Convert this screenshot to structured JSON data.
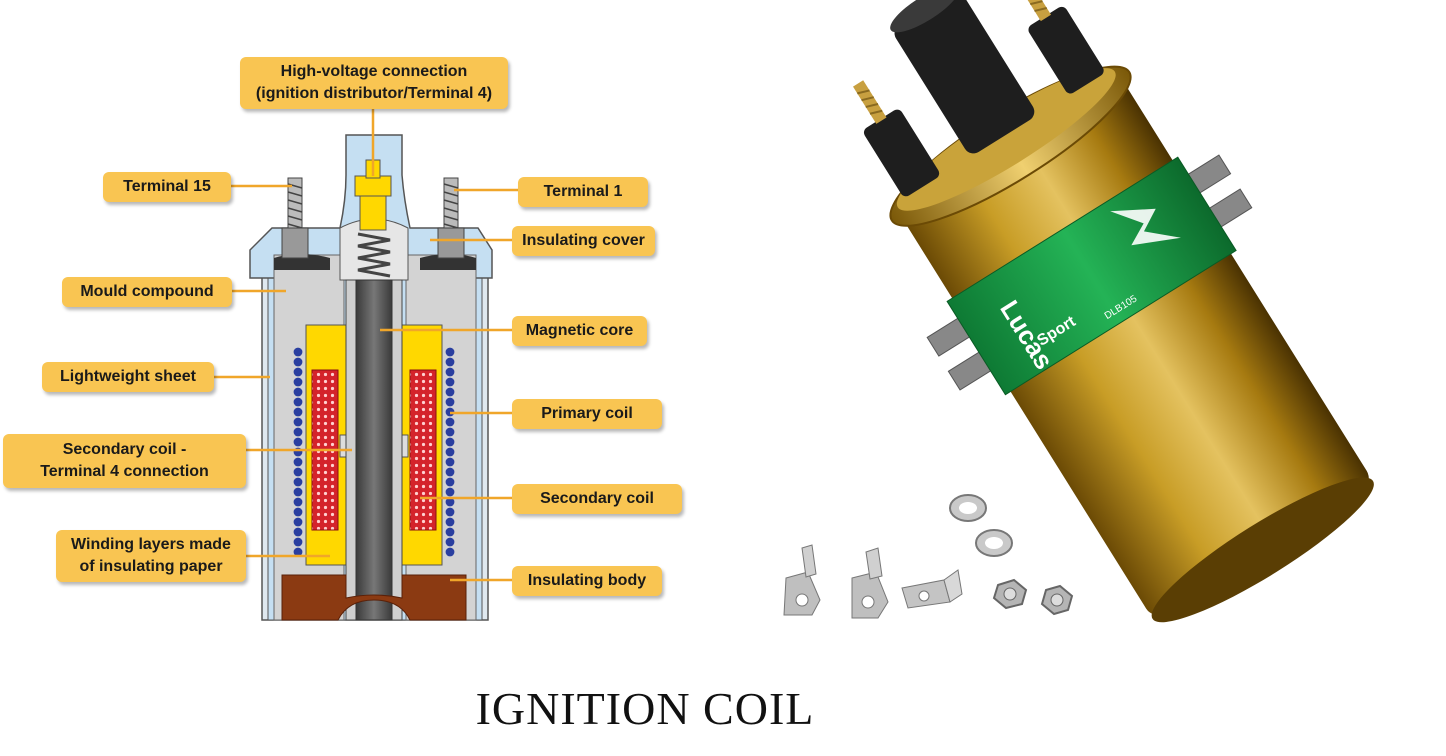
{
  "diagram": {
    "labels": {
      "high_voltage": [
        "High-voltage connection",
        "(ignition distributor/Terminal 4)"
      ],
      "terminal_15": "Terminal 15",
      "terminal_1": "Terminal 1",
      "insulating_cover": "Insulating cover",
      "mould_compound": "Mould compound",
      "magnetic_core": "Magnetic core",
      "lightweight_sheet": "Lightweight sheet",
      "primary_coil": "Primary coil",
      "secondary_coil_connection": [
        "Secondary coil -",
        "Terminal 4 connection"
      ],
      "secondary_coil": "Secondary coil",
      "winding_layers": [
        "Winding layers made",
        "of insulating paper"
      ],
      "insulating_body": "Insulating body"
    },
    "colors": {
      "callout": "#f9c552",
      "cover": "#c5dff2",
      "mould": "#d3d3d3",
      "yellow_parts": "#ffd800",
      "core": "#555555",
      "insulating_body": "#8b3a12",
      "primary_coil": "#2a3fa0",
      "secondary_coil": "#d4232b"
    }
  },
  "photo": {
    "brand": "Lucas",
    "sub": "Sport",
    "part_no": "DLB105",
    "colors": {
      "canister": "#b8901a",
      "band": "#1aa04a",
      "terminal": "#222222"
    }
  },
  "caption": "IGNITION COIL"
}
